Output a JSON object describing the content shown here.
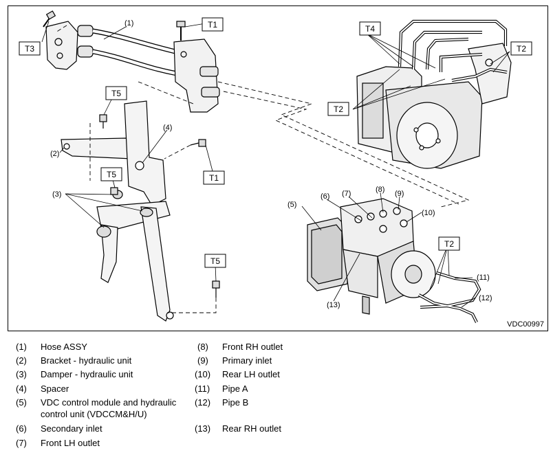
{
  "figure": {
    "code": "VDC00997",
    "torque_labels": {
      "t1_top": "T1",
      "t1_mid": "T1",
      "t2_top": "T2",
      "t2_mid": "T2",
      "t2_low": "T2",
      "t3": "T3",
      "t4": "T4",
      "t5_upper": "T5",
      "t5_mid": "T5",
      "t5_low": "T5"
    },
    "callouts": {
      "c1": "(1)",
      "c2": "(2)",
      "c3": "(3)",
      "c4": "(4)",
      "c5": "(5)",
      "c6": "(6)",
      "c7": "(7)",
      "c8": "(8)",
      "c9": "(9)",
      "c10": "(10)",
      "c11": "(11)",
      "c12": "(12)",
      "c13": "(13)"
    }
  },
  "legend": {
    "left": [
      {
        "num": "(1)",
        "text": "Hose ASSY"
      },
      {
        "num": "(2)",
        "text": "Bracket - hydraulic unit"
      },
      {
        "num": "(3)",
        "text": "Damper - hydraulic unit"
      },
      {
        "num": "(4)",
        "text": "Spacer"
      },
      {
        "num": "(5)",
        "text": "VDC control module and hydraulic",
        "text2": "control unit (VDCCM&H/U)"
      },
      {
        "num": "(6)",
        "text": "Secondary inlet"
      },
      {
        "num": "(7)",
        "text": "Front LH outlet"
      }
    ],
    "right": [
      {
        "num": "(8)",
        "text": "Front RH outlet"
      },
      {
        "num": "(9)",
        "text": "Primary inlet"
      },
      {
        "num": "(10)",
        "text": "Rear LH outlet"
      },
      {
        "num": "(11)",
        "text": "Pipe A"
      },
      {
        "num": "(12)",
        "text": "Pipe B"
      },
      {
        "num": "(13)",
        "text": "Rear RH outlet"
      }
    ]
  }
}
